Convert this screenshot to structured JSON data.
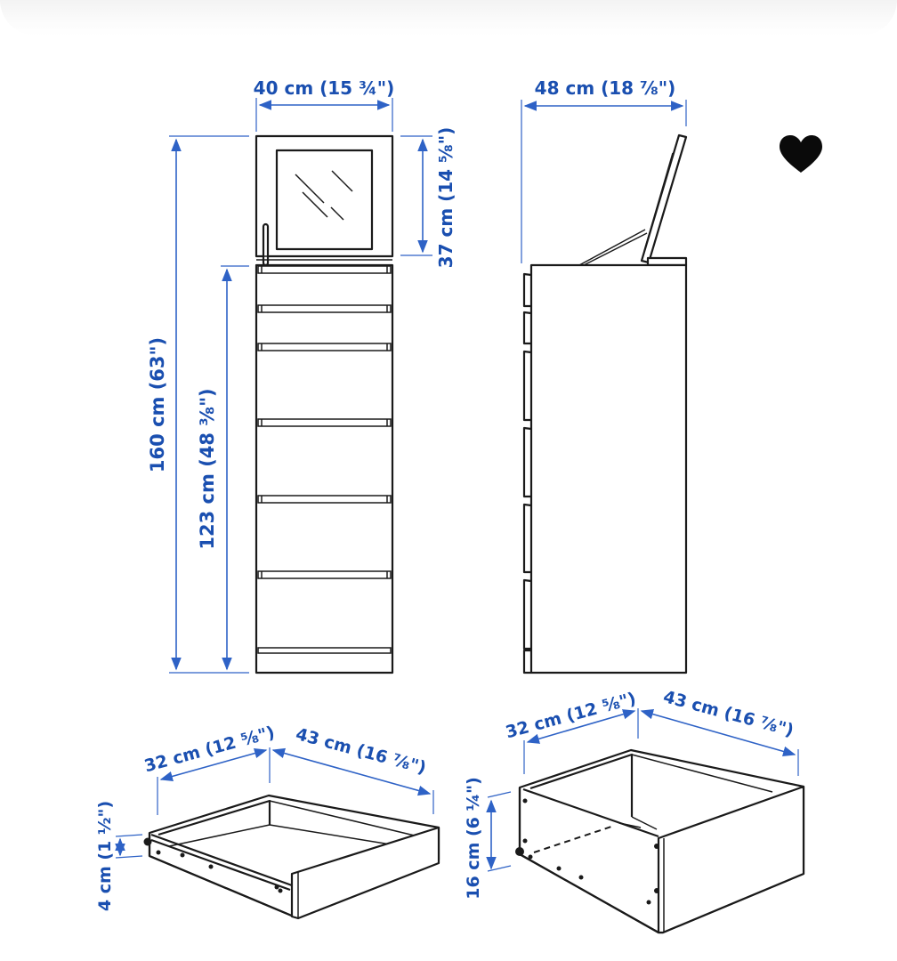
{
  "diagram": {
    "subject": "Chest of drawers with flip-up mirror - dimensions",
    "colors": {
      "dimension_text": "#1a4fb0",
      "dimension_line": "#2e62c6",
      "outline": "#1a1a1a",
      "background": "#ffffff"
    },
    "front_view": {
      "width_label": "40 cm (15 ¾\")",
      "mirror_height_label": "37 cm (14 ⅝\")",
      "total_height_label": "160 cm (63\")",
      "body_height_label": "123 cm (48 ⅜\")",
      "drawer_count": 6
    },
    "side_view": {
      "depth_label": "48 cm (18 ⅞\")"
    },
    "small_drawer": {
      "width_label": "32 cm (12 ⅝\")",
      "depth_label": "43 cm (16 ⅞\")",
      "height_label": "4 cm (1 ½\")"
    },
    "large_drawer": {
      "width_label": "32 cm (12 ⅝\")",
      "depth_label": "43 cm (16 ⅞\")",
      "height_label": "16 cm (6 ¼\")"
    }
  },
  "favorite": {
    "icon": "heart-icon",
    "state": "filled"
  }
}
